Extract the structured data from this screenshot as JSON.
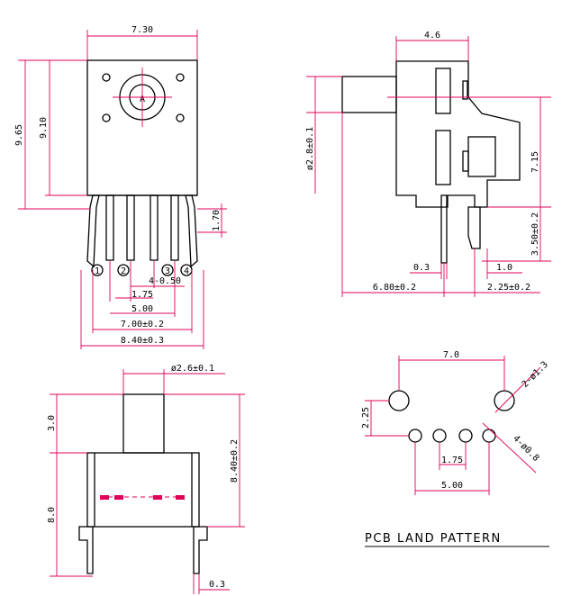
{
  "top_left_view": {
    "dims": {
      "width_top": "7.30",
      "height_total": "9.65",
      "height_body": "9.10",
      "pin_protrusion": "1.70",
      "pin_pitch": "4-0.50",
      "pin_spacing_small": "1.75",
      "pin_spacing_outer": "5.00",
      "width_700": "7.00±0.2",
      "width_840": "8.40±0.3"
    },
    "knob_letter": "A",
    "pin_numbers": [
      "1",
      "2",
      "3",
      "4"
    ]
  },
  "top_right_view": {
    "dims": {
      "width_top": "4.6",
      "shaft_diameter": "ø2.8±0.1",
      "height_715": "7.15",
      "height_350": "3.50±0.2",
      "pin_thickness": "0.3",
      "pin_offset": "1.0",
      "length_680": "6.80±0.2",
      "length_225": "2.25±0.2"
    }
  },
  "bottom_left_view": {
    "dims": {
      "shaft_diameter": "ø2.6±0.1",
      "shaft_height": "3.0",
      "body_height": "8.0",
      "total_840": "8.40±0.2",
      "pin_thickness": "0.3"
    }
  },
  "land_pattern": {
    "title": "PCB  LAND PATTERN",
    "dims": {
      "width": "7.0",
      "large_holes": "2-ø1.3",
      "row_offset": "2.25",
      "small_holes": "4-ø0.8",
      "pitch": "1.75",
      "span": "5.00"
    }
  },
  "colors": {
    "outline": "#000000",
    "dimension": "#e0005a"
  }
}
